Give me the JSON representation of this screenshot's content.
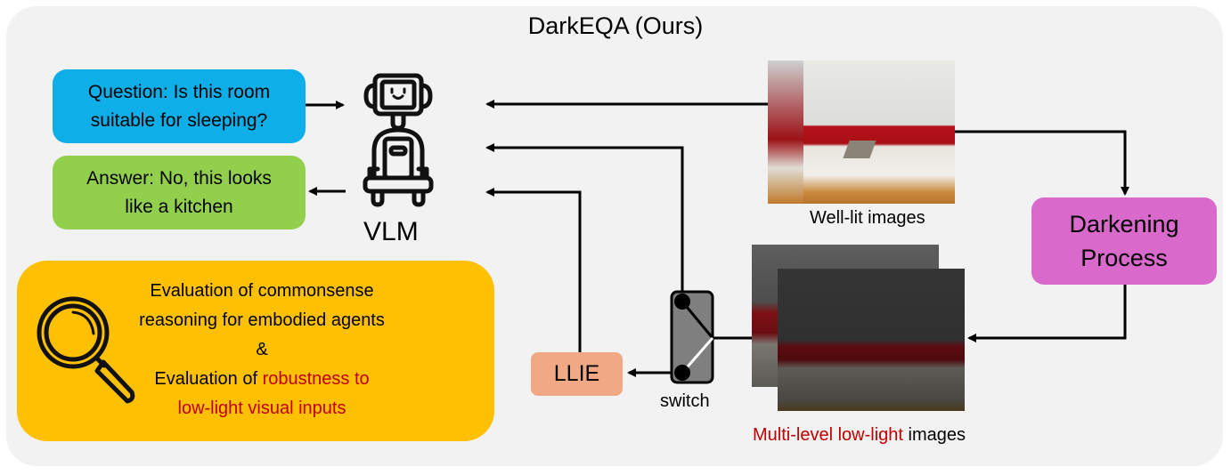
{
  "title": "DarkEQA (Ours)",
  "question_box": {
    "line1": "Question: Is this room",
    "line2": "suitable for sleeping?"
  },
  "answer_box": {
    "line1": "Answer: No, this looks",
    "line2": "like a kitchen"
  },
  "vlm": {
    "label": "VLM",
    "icon": "robot-icon"
  },
  "evaluation_box": {
    "icon": "magnifier-icon",
    "line1": "Evaluation of commonsense",
    "line2": "reasoning for embodied agents",
    "line3": "&",
    "line4_black": "Evaluation of",
    "line4_red": "robustness to",
    "line5_red": "low-light visual inputs"
  },
  "llie_label": "LLIE",
  "switch_label": "switch",
  "darkening_box": {
    "line1": "Darkening",
    "line2": "Process"
  },
  "well_lit_label": "Well-lit images",
  "low_light_label": {
    "red": "Multi-level low-light",
    "black": "images"
  },
  "colors": {
    "panel": "#f2f2f2",
    "question": "#0eaee8",
    "answer": "#92cf4c",
    "evaluation": "#fec002",
    "llie": "#f1a985",
    "darkening": "#d96acb",
    "highlight_red": "#c00000"
  }
}
